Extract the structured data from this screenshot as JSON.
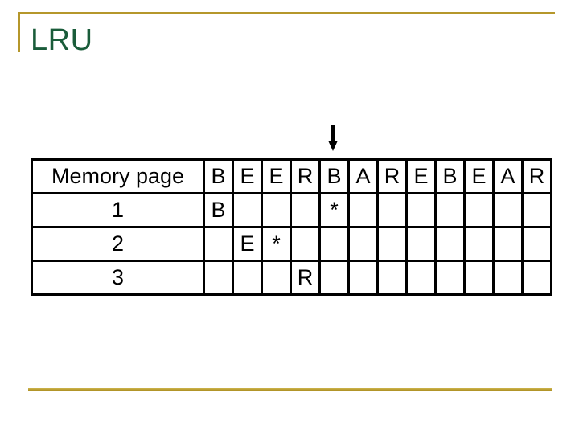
{
  "slide": {
    "title": "LRU"
  },
  "colors": {
    "title_green": "#1A5C3A",
    "frame_gold": "#B5972B",
    "page_letter_purple": "#C583DC",
    "hit_star_red": "#CC1111",
    "table_line_black": "#000000"
  },
  "table": {
    "header_label": "Memory page",
    "reference_string": [
      "B",
      "E",
      "E",
      "R",
      "B",
      "A",
      "R",
      "E",
      "B",
      "E",
      "A",
      "R"
    ],
    "arrow_column": 5,
    "rows": [
      {
        "label": "1",
        "cells": [
          "B",
          "",
          "",
          "",
          "*",
          "",
          "",
          "",
          "",
          "",
          "",
          ""
        ]
      },
      {
        "label": "2",
        "cells": [
          "",
          "E",
          "*",
          "",
          "",
          "",
          "",
          "",
          "",
          "",
          "",
          ""
        ]
      },
      {
        "label": "3",
        "cells": [
          "",
          "",
          "",
          "R",
          "",
          "",
          "",
          "",
          "",
          "",
          "",
          ""
        ]
      }
    ]
  }
}
